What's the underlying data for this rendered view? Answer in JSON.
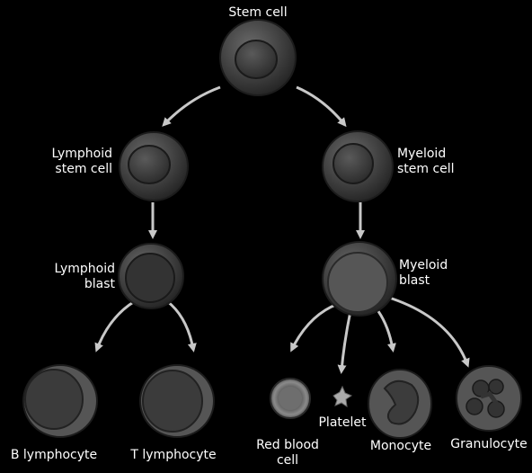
{
  "labels": {
    "stem_cell": "Stem cell",
    "lymphoid_stem_line1": "Lymphoid",
    "lymphoid_stem_line2": "stem cell",
    "myeloid_stem_line1": "Myeloid",
    "myeloid_stem_line2": "stem cell",
    "lymphoid_blast_line1": "Lymphoid",
    "lymphoid_blast_line2": "blast",
    "myeloid_blast_line1": "Myeloid",
    "myeloid_blast_line2": "blast",
    "b_lymphocyte": "B lymphocyte",
    "t_lymphocyte": "T lymphocyte",
    "red_blood_line1": "Red blood",
    "red_blood_line2": "cell",
    "platelet": "Platelet",
    "monocyte": "Monocyte",
    "granulocyte": "Granulocyte"
  },
  "colors": {
    "background": "#000000",
    "cell_outer": "#4a4a4a",
    "cell_nucleus": "#3c3c3c",
    "arrow": "#c8c8c8",
    "text": "#ffffff"
  }
}
